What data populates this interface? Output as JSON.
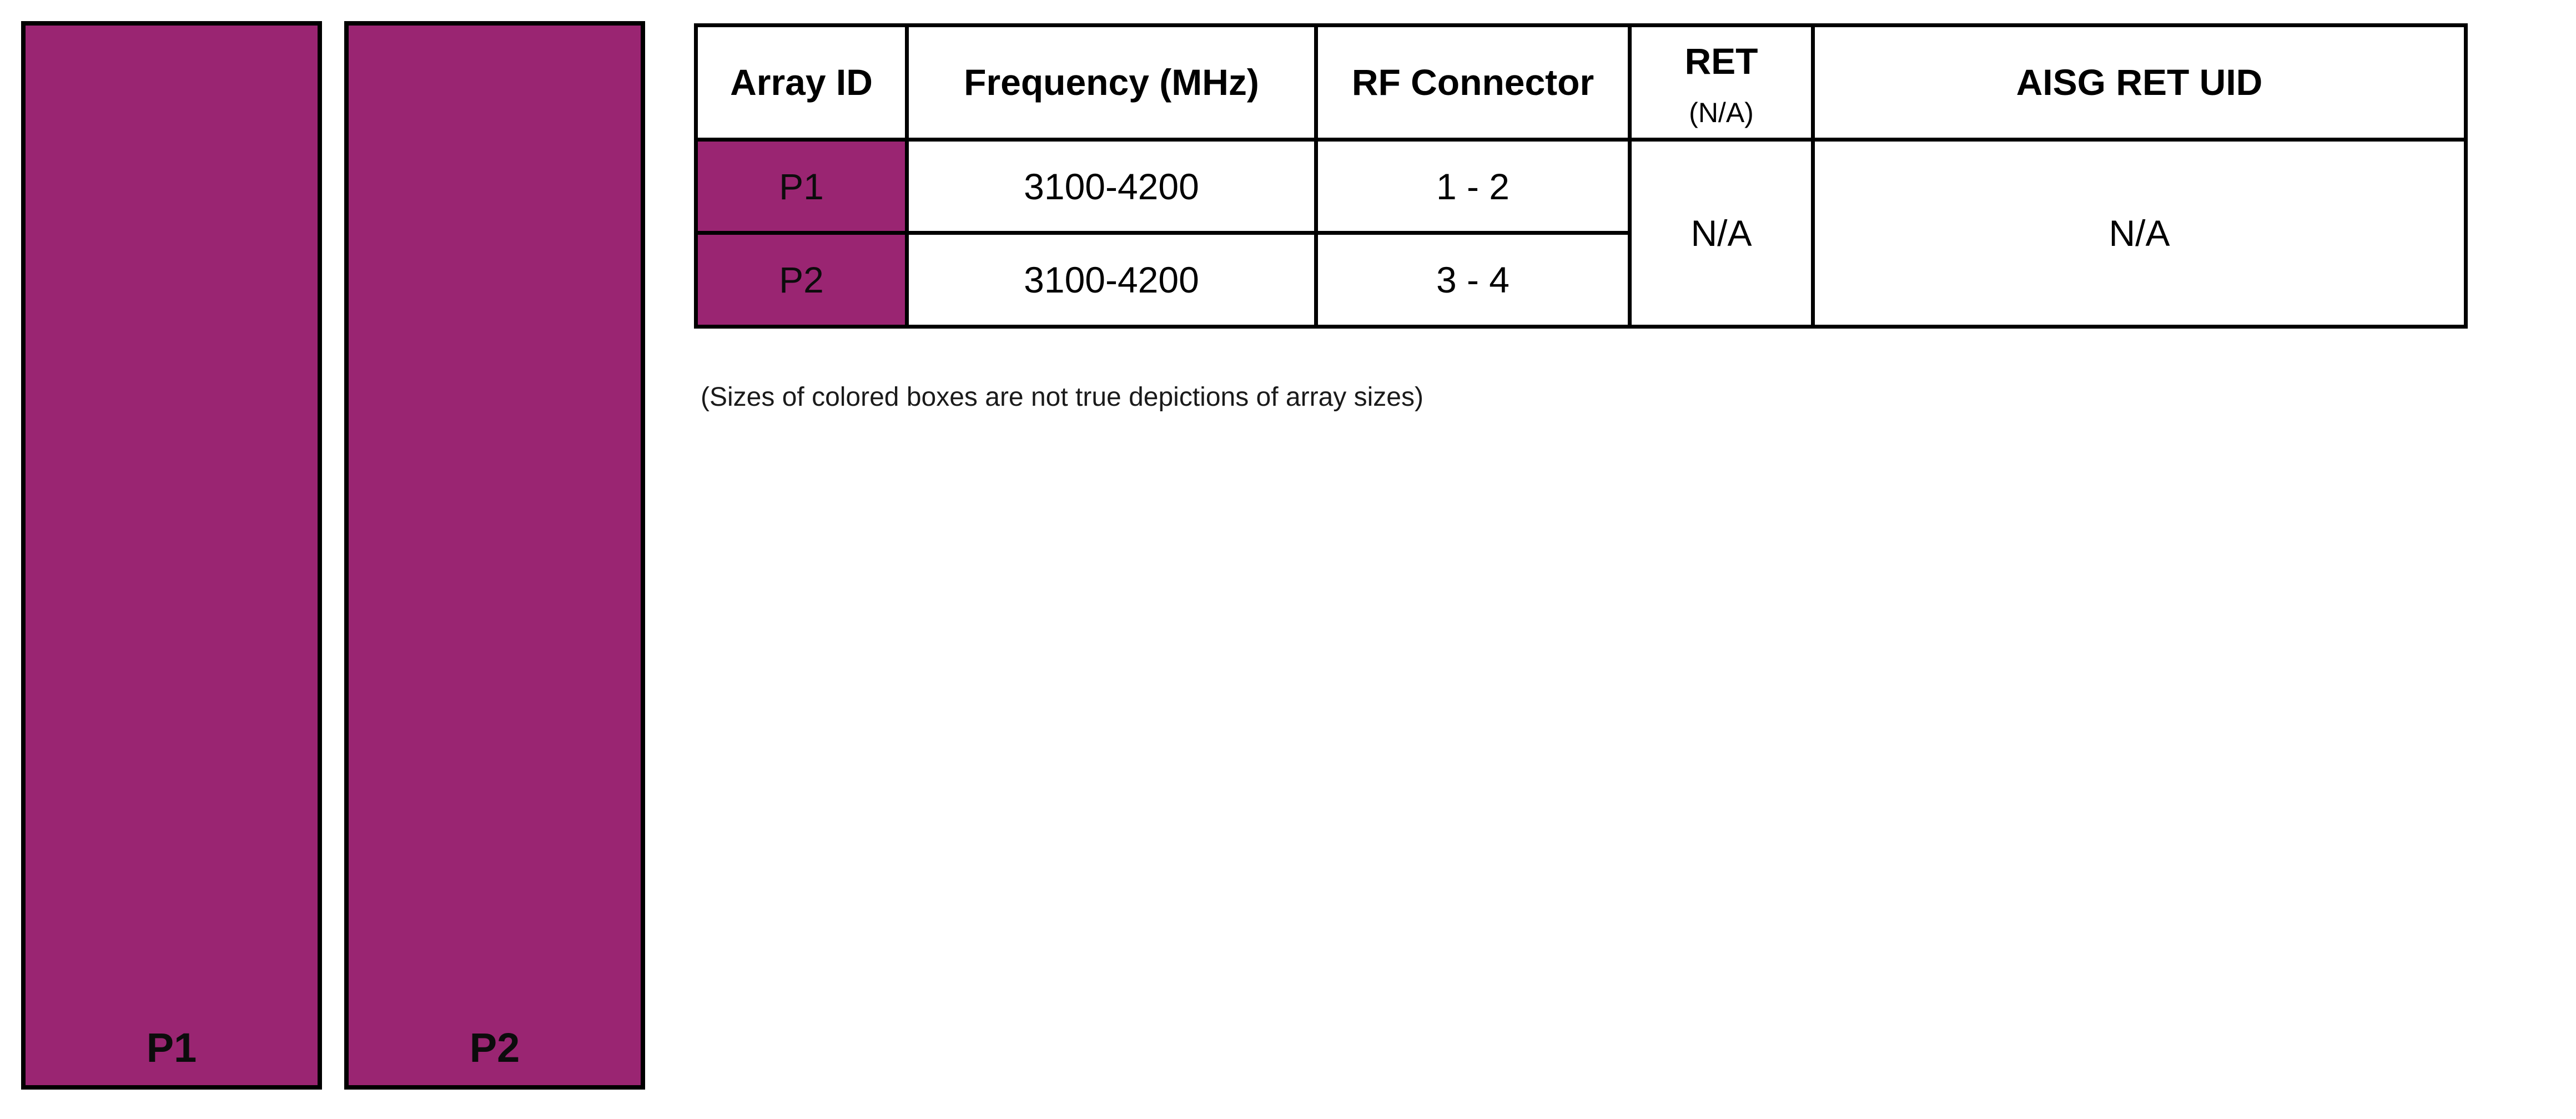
{
  "colors": {
    "array_fill": "#9a2572",
    "border": "#000000",
    "background": "#ffffff",
    "text": "#000000"
  },
  "arrays": [
    {
      "id": "P1"
    },
    {
      "id": "P2"
    }
  ],
  "table": {
    "headers": [
      {
        "label": "Array ID"
      },
      {
        "label": "Frequency (MHz)"
      },
      {
        "label": "RF Connector"
      },
      {
        "label": "RET",
        "sub": "(N/A)"
      },
      {
        "label": "AISG RET UID"
      }
    ],
    "rows": [
      {
        "array_id": "P1",
        "frequency_mhz": "3100-4200",
        "rf_connector": "1 - 2"
      },
      {
        "array_id": "P2",
        "frequency_mhz": "3100-4200",
        "rf_connector": "3 - 4"
      }
    ],
    "ret_value": "N/A",
    "aisg_ret_uid_value": "N/A"
  },
  "note": "(Sizes of colored boxes are not true depictions of array sizes)"
}
